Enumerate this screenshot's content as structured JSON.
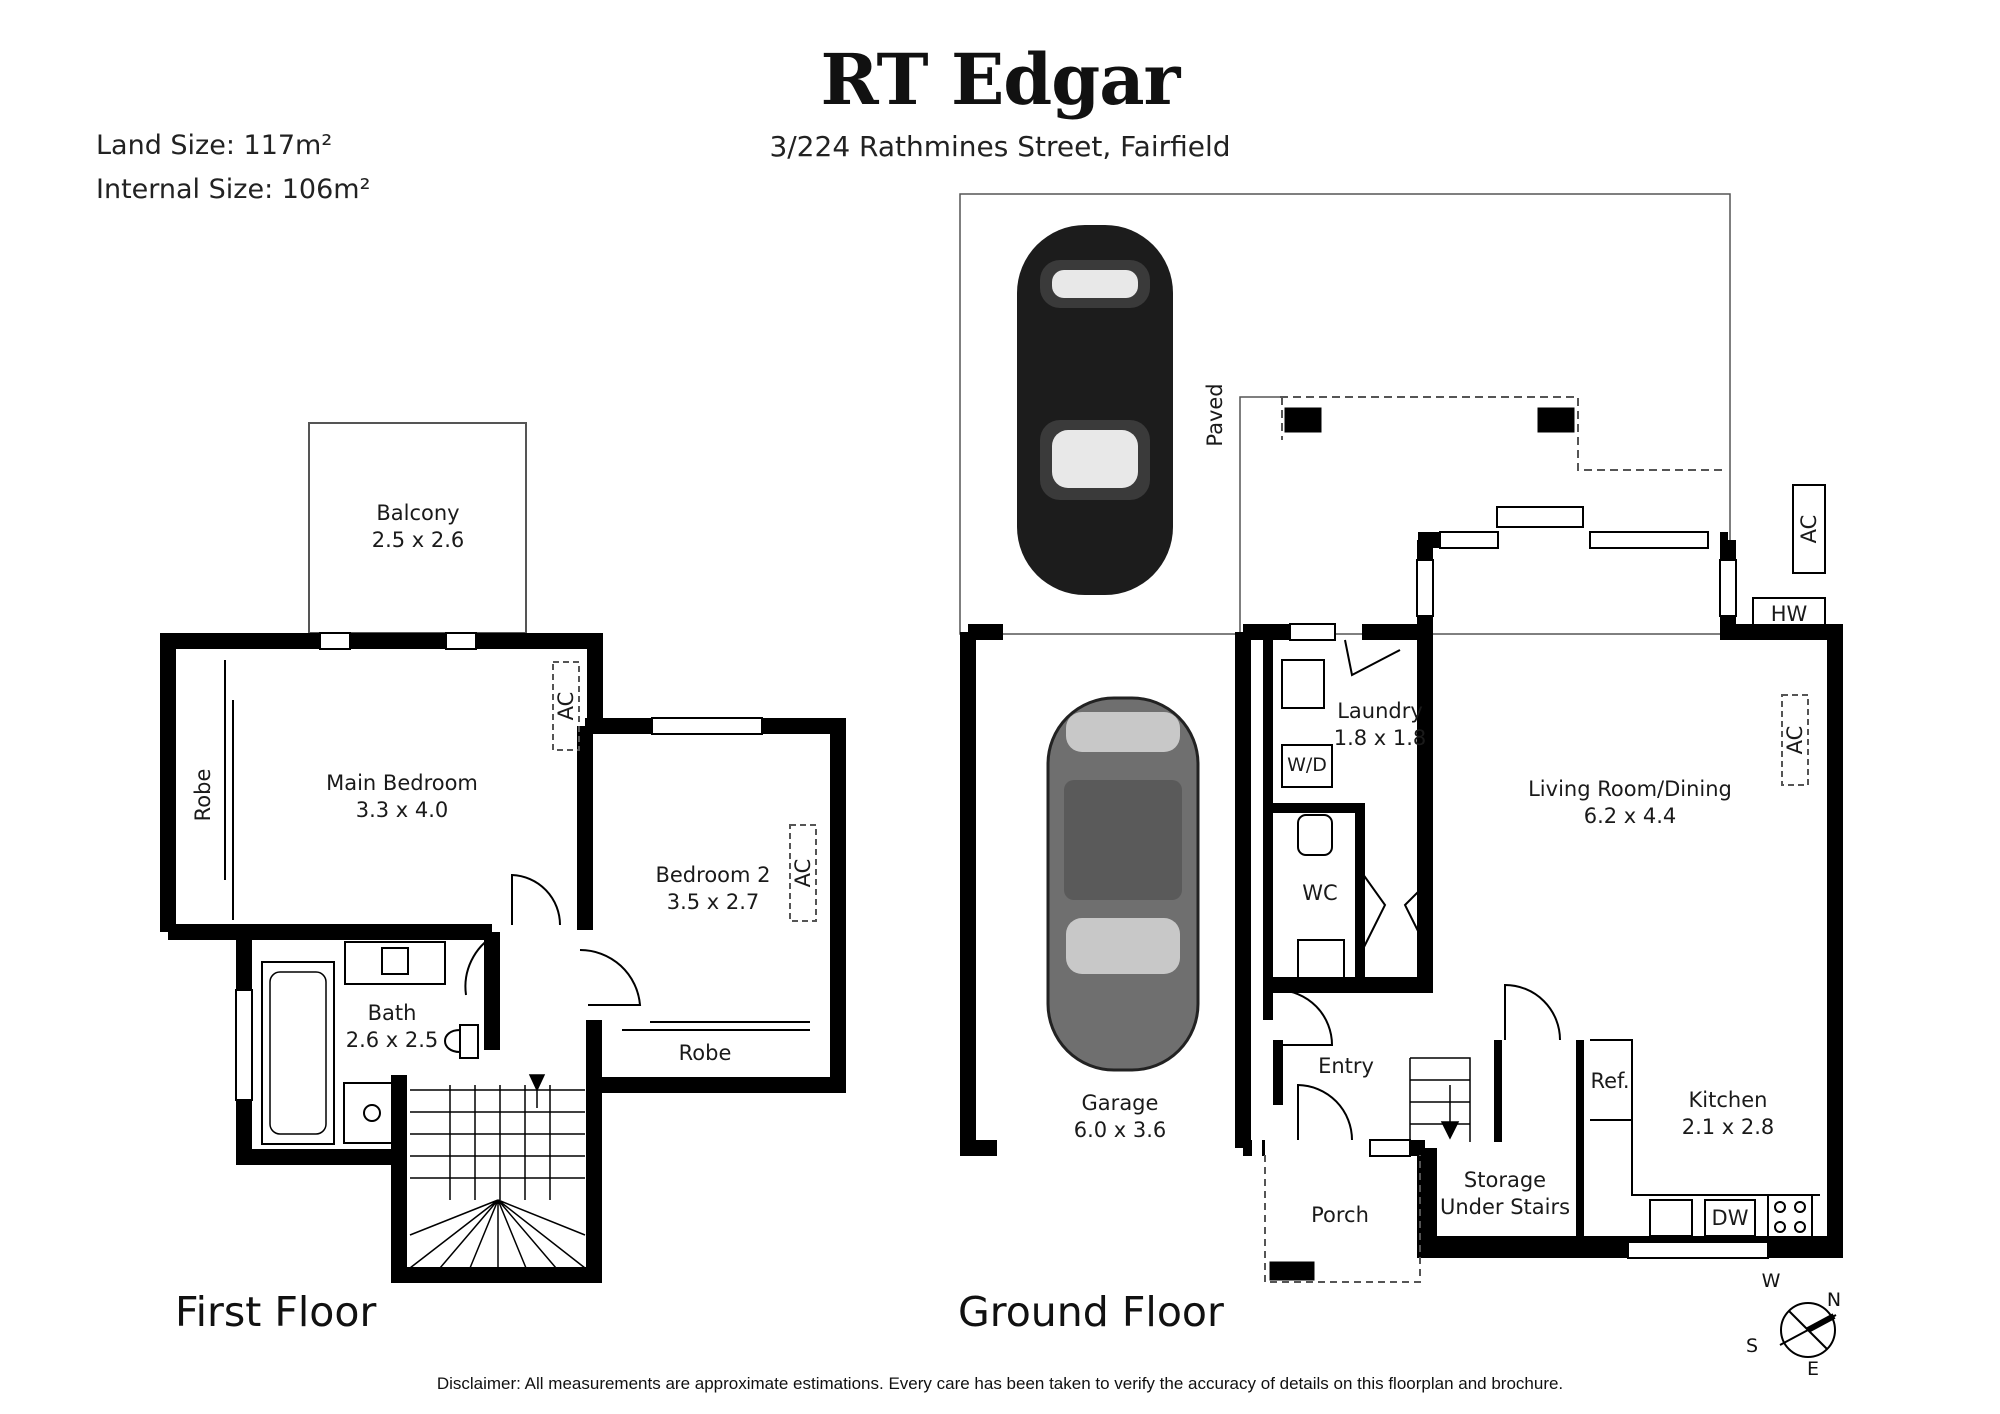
{
  "header": {
    "brand": "RT Edgar",
    "address": "3/224 Rathmines Street, Fairfield",
    "land_size": "Land Size: 117m²",
    "internal_size": "Internal Size: 106m²"
  },
  "first_floor": {
    "label": "First Floor",
    "balcony": {
      "name": "Balcony",
      "size": "2.5 x 2.6"
    },
    "main_bedroom": {
      "name": "Main Bedroom",
      "size": "3.3 x 4.0"
    },
    "bedroom2": {
      "name": "Bedroom 2",
      "size": "3.5 x 2.7"
    },
    "bath": {
      "name": "Bath",
      "size": "2.6 x 2.5"
    },
    "robe_main": "Robe",
    "robe_bed2": "Robe",
    "ac_main": "AC",
    "ac_bed2": "AC"
  },
  "ground_floor": {
    "label": "Ground Floor",
    "paved": "Paved",
    "garage": {
      "name": "Garage",
      "size": "6.0 x 3.6"
    },
    "laundry": {
      "name": "Laundry",
      "size": "1.8 x 1.8"
    },
    "living": {
      "name": "Living Room/Dining",
      "size": "6.2 x 4.4"
    },
    "kitchen": {
      "name": "Kitchen",
      "size": "2.1 x 2.8"
    },
    "entry": "Entry",
    "porch": "Porch",
    "wc": "WC",
    "wd": "W/D",
    "storage_line1": "Storage",
    "storage_line2": "Under Stairs",
    "ref": "Ref.",
    "dw": "DW",
    "hw": "HW",
    "ac_outdoor": "AC",
    "ac_living": "AC"
  },
  "compass": {
    "n": "N",
    "s": "S",
    "e": "E",
    "w": "W"
  },
  "disclaimer": "Disclaimer: All measurements are approximate estimations. Every care has been taken to verify the accuracy of details on this floorplan and brochure.",
  "colors": {
    "wall": "#000000",
    "car_dark": "#1c1c1c",
    "car_grey": "#6f6f6f",
    "line": "#555555"
  }
}
